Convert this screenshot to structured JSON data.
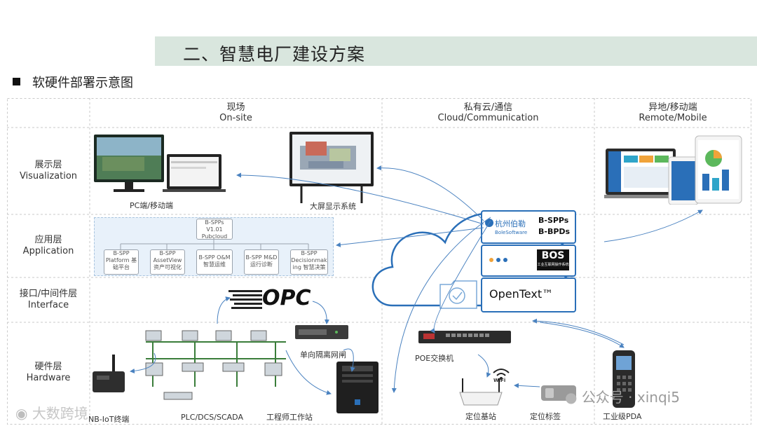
{
  "slide": {
    "title": "二、智慧电厂建设方案",
    "subtitle": "软硬件部署示意图"
  },
  "columns": [
    {
      "zh": "现场",
      "en": "On-site"
    },
    {
      "zh": "私有云/通信",
      "en": "Cloud/Communication"
    },
    {
      "zh": "异地/移动端",
      "en": "Remote/Mobile"
    }
  ],
  "layers": [
    {
      "zh": "展示层",
      "en": "Visualization"
    },
    {
      "zh": "应用层",
      "en": "Application"
    },
    {
      "zh": "接口/中间件层",
      "en": "Interface"
    },
    {
      "zh": "硬件层",
      "en": "Hardware"
    }
  ],
  "captions": {
    "pc": "PC端/移动端",
    "bigscreen": "大屏显示系统",
    "isolation": "单向隔离网闸",
    "poe": "POE交换机",
    "iot": "NB-IoT终端",
    "plc": "PLC/DCS/SCADA",
    "station": "工程师工作站",
    "basestation": "定位基站",
    "tag": "定位标签",
    "pda": "工业级PDA",
    "wifi": "WiFi"
  },
  "app_modules": {
    "top": [
      "B-SPPs V1.01",
      "Pubcloud"
    ],
    "items": [
      [
        "B-SPP",
        "Platform 基",
        "础平台"
      ],
      [
        "B-SPP",
        "AssetView",
        "资产可视化"
      ],
      [
        "B-SPP O&M",
        "智慧运维"
      ],
      [
        "B-SPP M&D",
        "运行诊断"
      ],
      [
        "B-SPP",
        "Decisionmak",
        "ing 智慧决策"
      ]
    ]
  },
  "cloud": {
    "logo_cn": "杭州伯勒",
    "logo_en": "BoleSoftware",
    "products": [
      "B-SPPs",
      "B-BPDs"
    ],
    "bos": "BOS",
    "bos_sub": "工业互联网操作系统",
    "opentext": "OpenText™"
  },
  "opc": "OPC",
  "watermarks": {
    "left": "大数跨境",
    "right": "公众号 · xinqi5"
  },
  "colors": {
    "title_bar": "#d9e6de",
    "cloud_blue": "#2a6fb8",
    "grid_line": "#c9c9c9",
    "arrow": "#4a82c0"
  }
}
